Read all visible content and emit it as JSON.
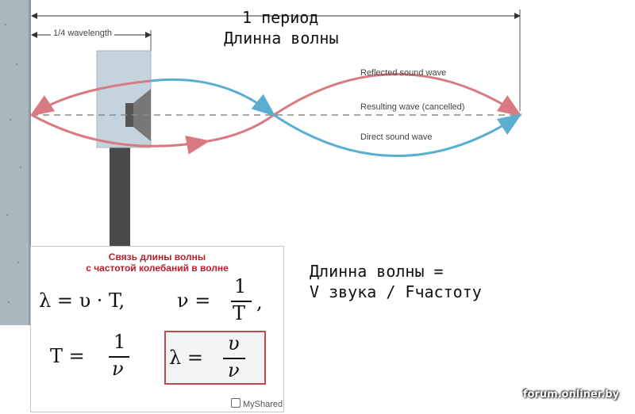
{
  "labels": {
    "period": "1 период",
    "wavelength_ru": "Длинна волны",
    "quarter_wavelength": "1/4 wavelength",
    "reflected": "Reflected sound wave",
    "resulting": "Resulting wave (cancelled)",
    "direct": "Direct sound wave",
    "formula_line1": "Длинна волны =",
    "formula_line2": "V звука / Fчастоту"
  },
  "formula_box": {
    "title_line1": "Связь длины волны",
    "title_line2": "с частотой колебаний в волне",
    "eq1_left": "λ = υ · T,",
    "eq1_nu": "ν =",
    "eq1_num": "1",
    "eq1_den": "T",
    "eq1_tail": ",",
    "eq2_left": "T =",
    "eq2_num": "1",
    "eq2_den": "ν",
    "eq3_left": "λ =",
    "eq3_num": "υ",
    "eq3_den": "ν",
    "brand": "MyShared"
  },
  "watermark": "forum.onliner.by",
  "colors": {
    "reflected": "#d97a82",
    "direct": "#5aaed0",
    "axis": "#8a8a8a",
    "speaker_box": "#c4d3de",
    "pole": "#4a4a4a",
    "title_red": "#b3202a"
  }
}
